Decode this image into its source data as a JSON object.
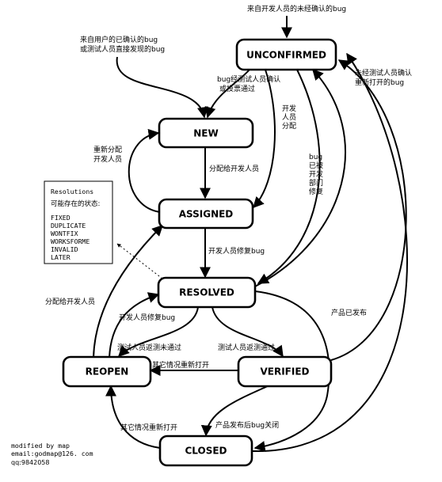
{
  "states": {
    "unconfirmed": "UNCONFIRMED",
    "new": "NEW",
    "assigned": "ASSIGNED",
    "resolved": "RESOLVED",
    "reopen": "REOPEN",
    "verified": "VERIFIED",
    "closed": "CLOSED"
  },
  "labels": {
    "top_entry": "来自开发人员的未经确认的bug",
    "left_entry_1": "来自用户的已确认的bug",
    "left_entry_2": "或测试人员直接发现的bug",
    "confirm_1": "bug经测试人员确认",
    "confirm_2": "或投票通过",
    "dev_assign_1": "开发",
    "dev_assign_2": "人员",
    "dev_assign_3": "分配",
    "reassign_1": "重新分配",
    "reassign_2": "开发人员",
    "assign_to_dev": "分配给开发人员",
    "bug_fixed_1": "bug",
    "bug_fixed_2": "已被",
    "bug_fixed_3": "开发",
    "bug_fixed_4": "部门",
    "bug_fixed_5": "修复",
    "unconfirmed_reopen_1": "未经测试人员确认",
    "unconfirmed_reopen_2": "重新打开的bug",
    "dev_fix_bug": "开发人员修复bug",
    "assign_to_dev_left": "分配给开发人员",
    "product_released": "产品已发布",
    "dev_fix_bug_2": "开发人员修复bug",
    "test_fail": "测试人员返测未通过",
    "test_pass": "测试人员返测通过",
    "other_reopen": "其它情况重新打开",
    "other_reopen_2": "其它情况重新打开",
    "release_close": "产品发布后bug关闭"
  },
  "resolutions": {
    "title": "Resolutions",
    "subtitle": "可能存在的状态:",
    "items": [
      "FIXED",
      "DUPLICATE",
      "WONTFIX",
      "WORKSFORME",
      "INVALID",
      "LATER"
    ]
  },
  "credits": {
    "line1": "modified by map",
    "line2": "email:godmap@126. com",
    "line3": "qq:9842058"
  }
}
